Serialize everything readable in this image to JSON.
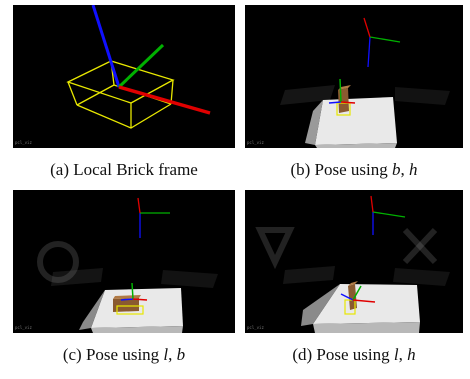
{
  "figure": {
    "panels": [
      {
        "id": "a",
        "caption_prefix": "(a) Local Brick frame",
        "caption_var1": "",
        "caption_sep": "",
        "caption_var2": ""
      },
      {
        "id": "b",
        "caption_prefix": "(b) Pose using ",
        "caption_var1": "b",
        "caption_sep": ", ",
        "caption_var2": "h"
      },
      {
        "id": "c",
        "caption_prefix": "(c) Pose using ",
        "caption_var1": "l",
        "caption_sep": ", ",
        "caption_var2": "b"
      },
      {
        "id": "d",
        "caption_prefix": "(d) Pose using ",
        "caption_var1": "l",
        "caption_sep": ", ",
        "caption_var2": "h"
      }
    ],
    "colors": {
      "x_axis": "#e00000",
      "y_axis": "#00b000",
      "z_axis": "#1010ff",
      "bbox": "#e8e800",
      "background": "#000000",
      "table": "#e9e9e9",
      "brick": "#8a5a30"
    }
  }
}
